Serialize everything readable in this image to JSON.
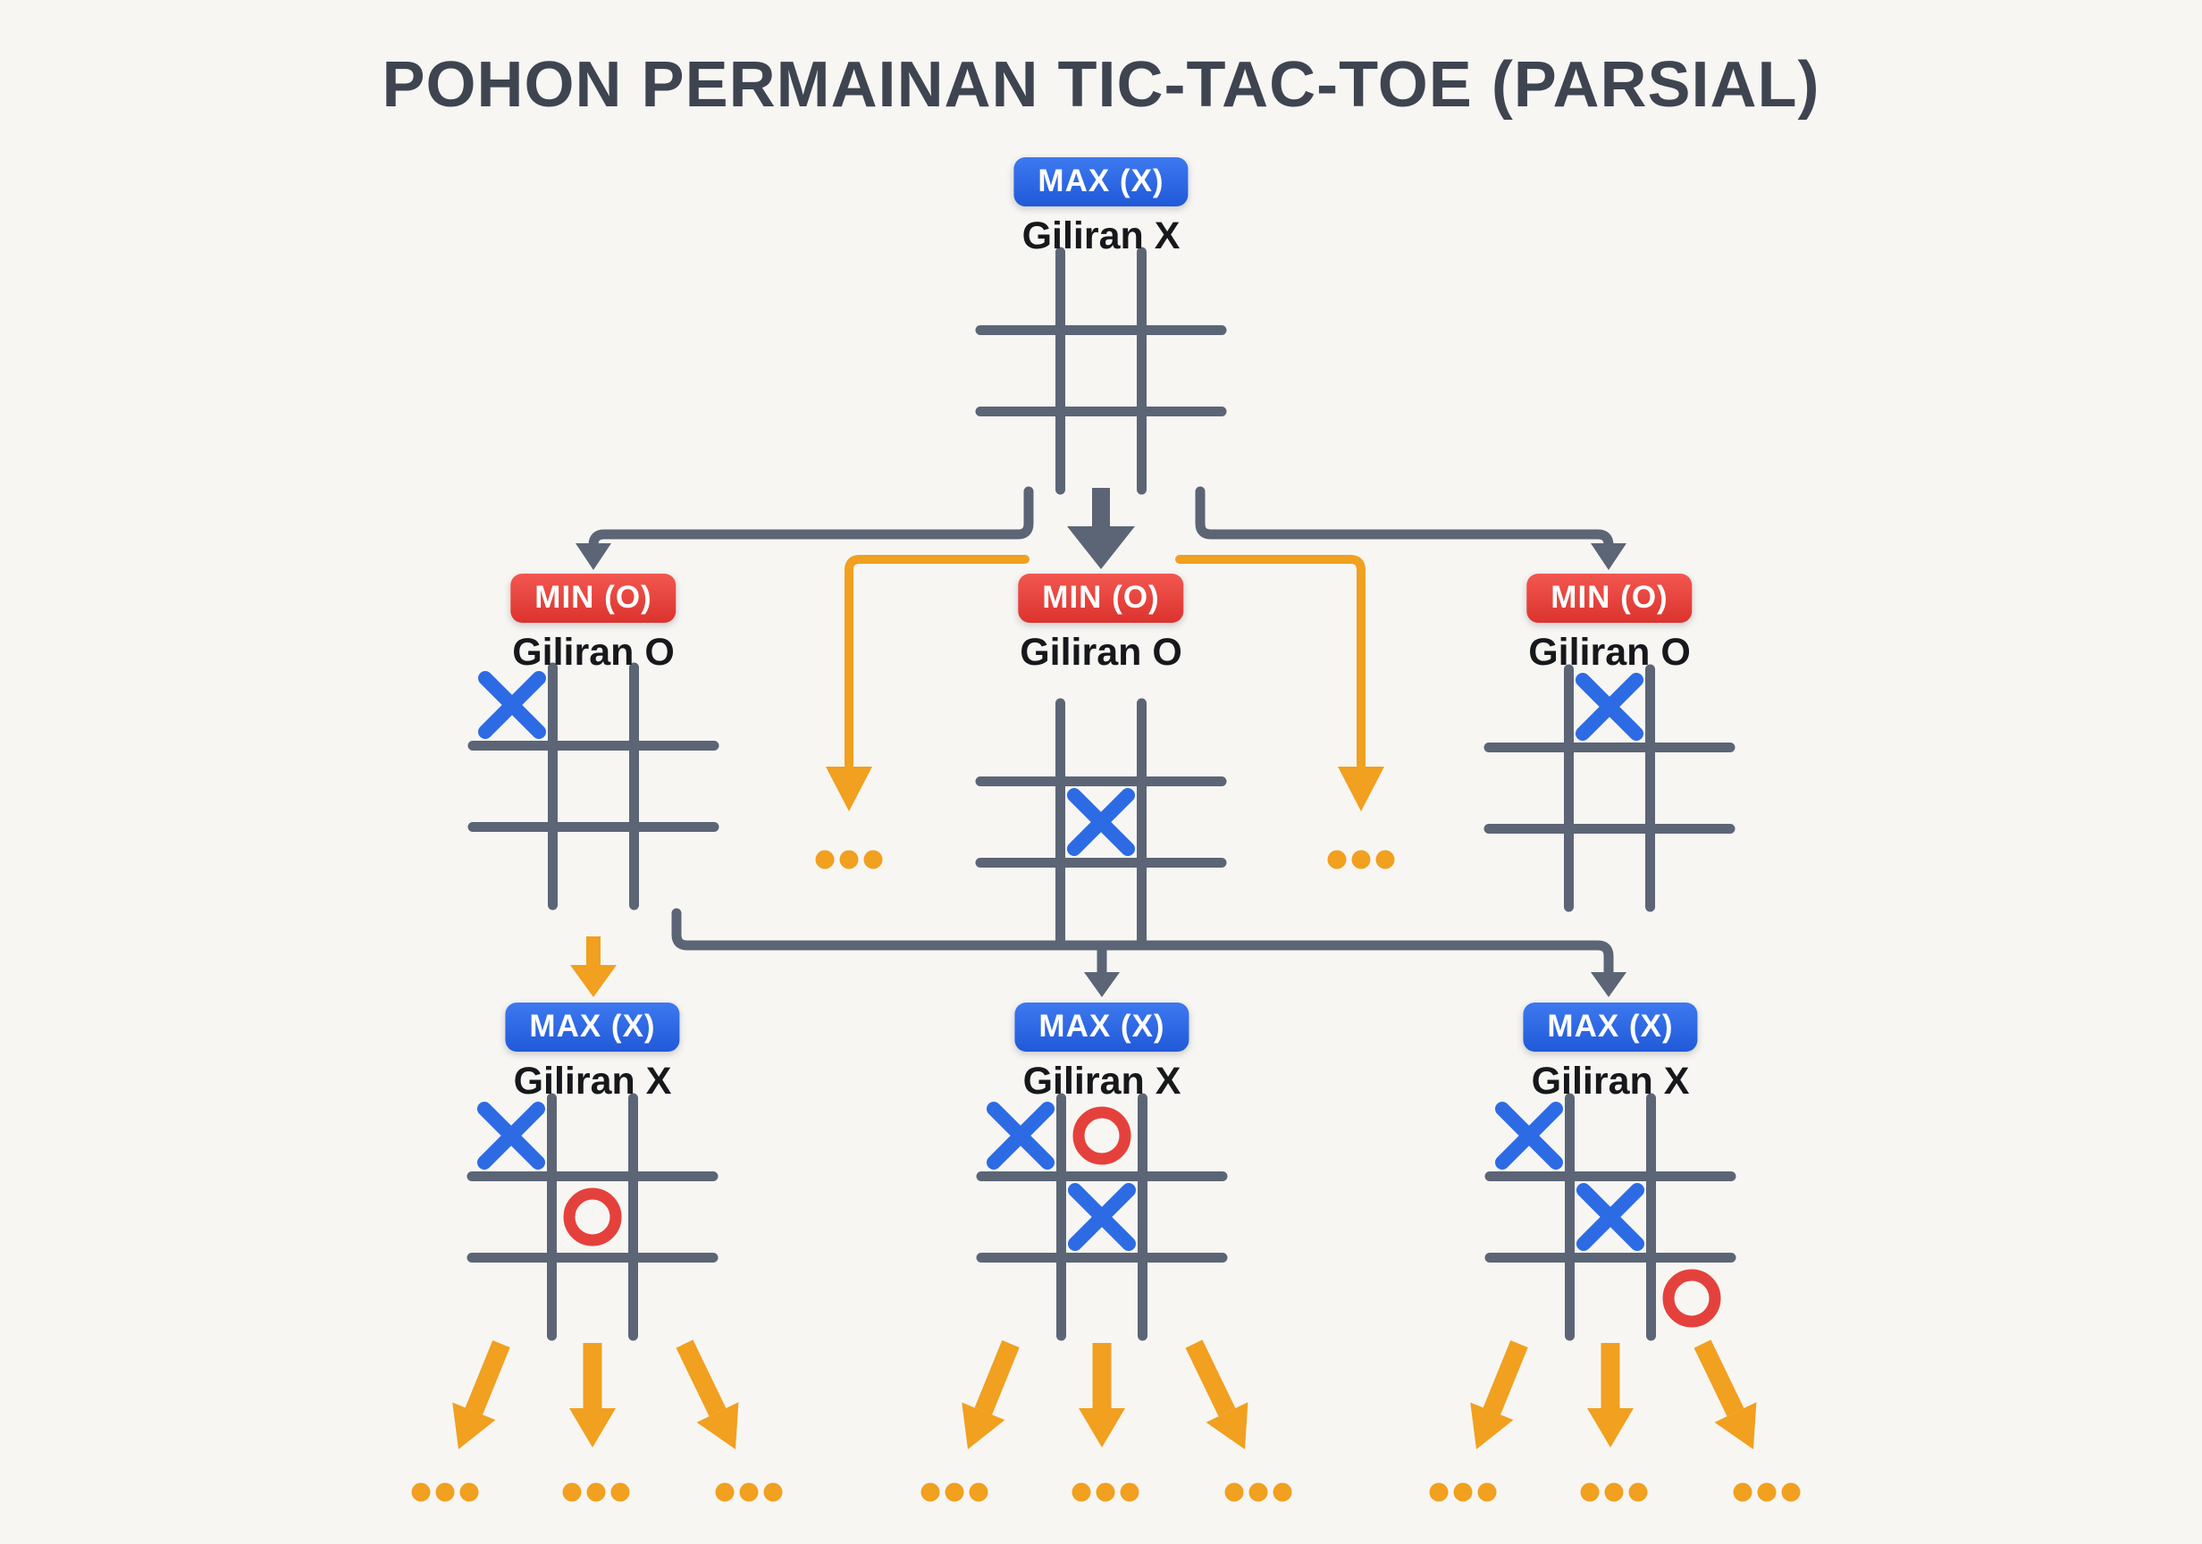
{
  "title": "POHON PERMAINAN TIC-TAC-TOE (PARSIAL)",
  "palette": {
    "background": "#F7F6F3",
    "title_text": "#3E4450",
    "label_text": "#17181B",
    "slate": "#5C6576",
    "orange": "#F1A01F",
    "blue": "#2D6BE4",
    "red": "#E5413C",
    "badge_blue": "#2D6BE4",
    "badge_red": "#E8403B",
    "badge_text": "#FFFFFF"
  },
  "nodes": [
    {
      "id": "root",
      "type": "max",
      "badge": "MAX (X)",
      "label": "Giliran X",
      "marks": []
    },
    {
      "id": "minL",
      "type": "min",
      "badge": "MIN (O)",
      "label": "Giliran O",
      "marks": [
        {
          "cell": "top-left",
          "type": "X"
        }
      ]
    },
    {
      "id": "minM",
      "type": "min",
      "badge": "MIN (O)",
      "label": "Giliran O",
      "marks": [
        {
          "cell": "center",
          "type": "X"
        }
      ]
    },
    {
      "id": "minR",
      "type": "min",
      "badge": "MIN (O)",
      "label": "Giliran O",
      "marks": [
        {
          "cell": "top-middle",
          "type": "X"
        }
      ]
    },
    {
      "id": "maxL",
      "type": "max",
      "badge": "MAX (X)",
      "label": "Giliran X",
      "marks": [
        {
          "cell": "top-left",
          "type": "X"
        },
        {
          "cell": "center",
          "type": "O"
        }
      ]
    },
    {
      "id": "maxM",
      "type": "max",
      "badge": "MAX (X)",
      "label": "Giliran X",
      "marks": [
        {
          "cell": "top-left",
          "type": "X"
        },
        {
          "cell": "top-middle",
          "type": "O"
        },
        {
          "cell": "center",
          "type": "X"
        }
      ]
    },
    {
      "id": "maxR",
      "type": "max",
      "badge": "MAX (X)",
      "label": "Giliran X",
      "marks": [
        {
          "cell": "top-left",
          "type": "X"
        },
        {
          "cell": "center",
          "type": "X"
        },
        {
          "cell": "bottom-right",
          "type": "O"
        }
      ]
    }
  ],
  "continuation_dots": {
    "symbol": "...",
    "mid_level_groups": 2,
    "bottom_groups_per_max_node": 3
  }
}
